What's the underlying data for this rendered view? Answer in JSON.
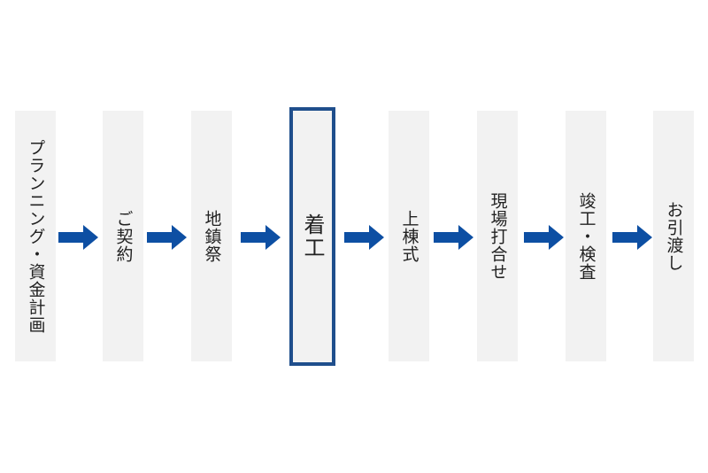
{
  "steps": [
    {
      "label": "プランニング・資金計画"
    },
    {
      "label": "ご契約"
    },
    {
      "label": "地鎮祭"
    },
    {
      "label": "着工"
    },
    {
      "label": "上棟式"
    },
    {
      "label": "現場打合せ"
    },
    {
      "label": "竣工・検査"
    },
    {
      "label": "お引渡し"
    }
  ],
  "current_step": 3,
  "colors": {
    "accent": "#1f4e8c",
    "box": "#f2f2f2",
    "arrow": "#0d4fa3"
  }
}
